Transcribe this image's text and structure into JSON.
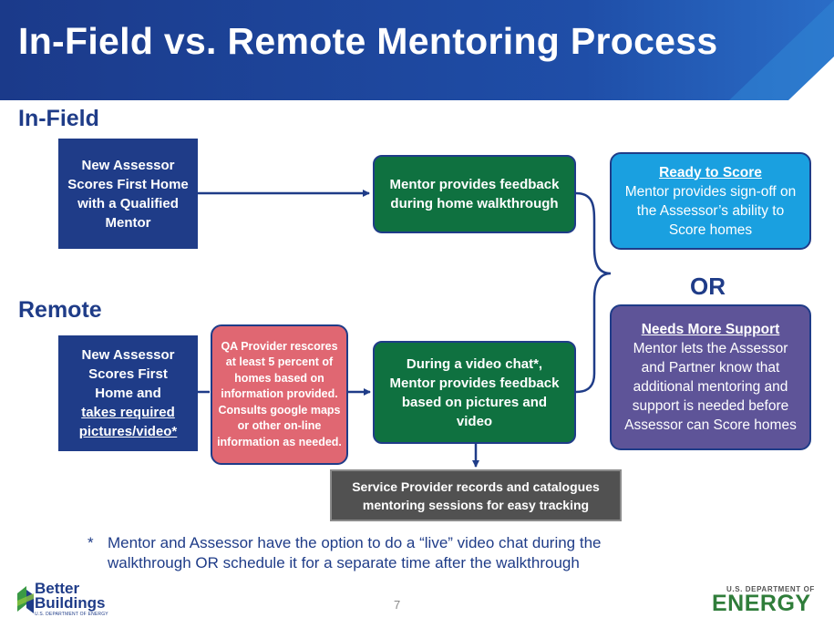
{
  "title": "In-Field vs. Remote Mentoring Process",
  "sections": {
    "infield": "In-Field",
    "remote": "Remote"
  },
  "boxes": {
    "infield_assessor": "New Assessor Scores First Home with a Qualified Mentor",
    "infield_feedback": "Mentor provides feedback during home walkthrough",
    "remote_assessor_pre": "New Assessor Scores First Home and",
    "remote_assessor_link": "takes required pictures/video*",
    "qa_provider": "QA Provider rescores at least 5 percent of homes based on information provided. Consults google maps or other on-line information as needed.",
    "video_chat": "During a video chat*, Mentor provides feedback based on pictures and video",
    "service_provider": "Service Provider records and catalogues mentoring sessions for easy tracking",
    "ready_heading": "Ready to Score",
    "ready_body": "Mentor provides sign-off on the Assessor’s ability to Score homes",
    "or_label": "OR",
    "support_heading": "Needs More Support",
    "support_body": "Mentor lets the Assessor and Partner know that additional mentoring and support is needed before Assessor can Score homes"
  },
  "footnote": {
    "marker": "*",
    "text": "Mentor and Assessor have the option to do a “live” video chat during the walkthrough OR schedule it for a separate time after the walkthrough"
  },
  "page_number": "7",
  "logos": {
    "left_name": "Better Buildings",
    "left_sub": "U.S. DEPARTMENT OF ENERGY",
    "right_top": "U.S. DEPARTMENT OF",
    "right_main": "ENERGY"
  },
  "colors": {
    "banner": "#1b3a8a",
    "navy": "#1f3c88",
    "green": "#0f7140",
    "salmon": "#e06772",
    "sky": "#1aa0e0",
    "purple": "#5e5498",
    "gray": "#515151"
  }
}
